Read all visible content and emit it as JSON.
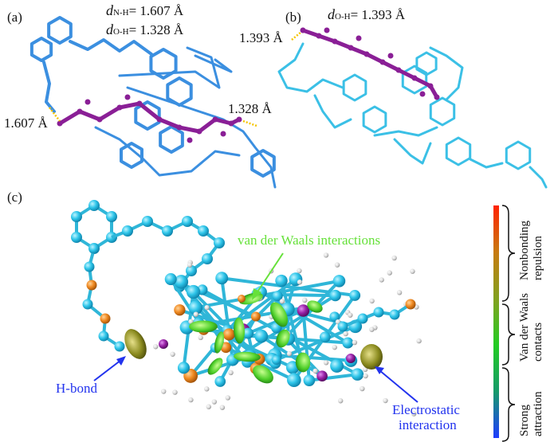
{
  "panels": {
    "a": {
      "label": "(a)",
      "d_nh_prefix": "d",
      "d_nh_sub": "N-H",
      "d_nh_value": "= 1.607 Å",
      "d_oh_prefix": "d",
      "d_oh_sub": "O-H",
      "d_oh_value": "= 1.328 Å",
      "dist_left": "1.607 Å",
      "dist_right": "1.328 Å"
    },
    "b": {
      "label": "(b)",
      "d_oh_prefix": "d",
      "d_oh_sub": "O-H",
      "d_oh_value": "= 1.393 Å",
      "dist": "1.393 Å"
    },
    "c": {
      "label": "(c)",
      "vdw_note": "van der Waals interactions",
      "hbond_note": "H-bond",
      "electro_note_1": "Electrostatic",
      "electro_note_2": "interaction"
    }
  },
  "legend": {
    "colors": [
      "#ff2200",
      "#c87a10",
      "#7ba520",
      "#22cc22",
      "#159a6a",
      "#1e3cff"
    ],
    "top": "Nonbonding repulsion",
    "top_line1": "Nonbonding",
    "top_line2": "repulsion",
    "mid_line1": "Van der Waals",
    "mid_line2": "contacts",
    "bot_line1": "Strong",
    "bot_line2": "attraction"
  },
  "molecule_colors": {
    "blue_stick": "#3b8fe0",
    "cyan_stick": "#3bc0e6",
    "purple": "#8a1f96",
    "orange": "#ee8a1e",
    "hbond_dash": "#f5c400"
  }
}
